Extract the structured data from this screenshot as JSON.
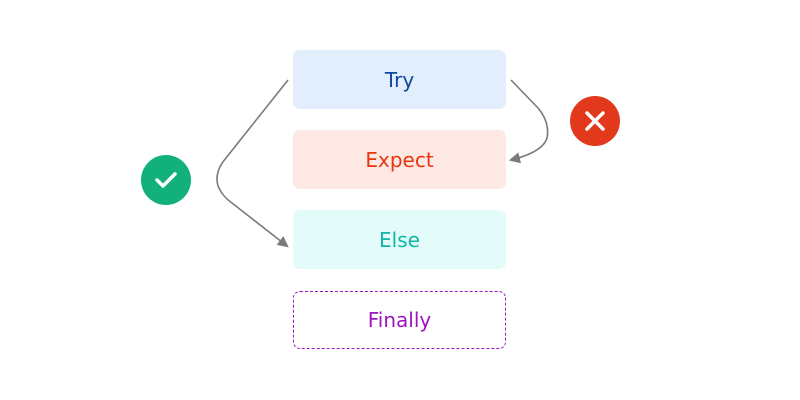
{
  "blocks": [
    {
      "label": "Try",
      "text_color": "#0d47a1",
      "bg_color": "#e3eefc"
    },
    {
      "label": "Expect",
      "text_color": "#e8360f",
      "bg_color": "#fde8e4"
    },
    {
      "label": "Else",
      "text_color": "#12b5a5",
      "bg_color": "#e3fcfa"
    },
    {
      "label": "Finally",
      "text_color": "#9c16c0",
      "bg_color": "#ffffff",
      "border_color": "#9c16c0",
      "border_style": "dashed"
    }
  ],
  "badges": {
    "success": {
      "icon": "check-icon",
      "color": "#12b07a"
    },
    "failure": {
      "icon": "close-icon",
      "color": "#e2381b"
    }
  },
  "arrow_color": "#7a7a7a"
}
